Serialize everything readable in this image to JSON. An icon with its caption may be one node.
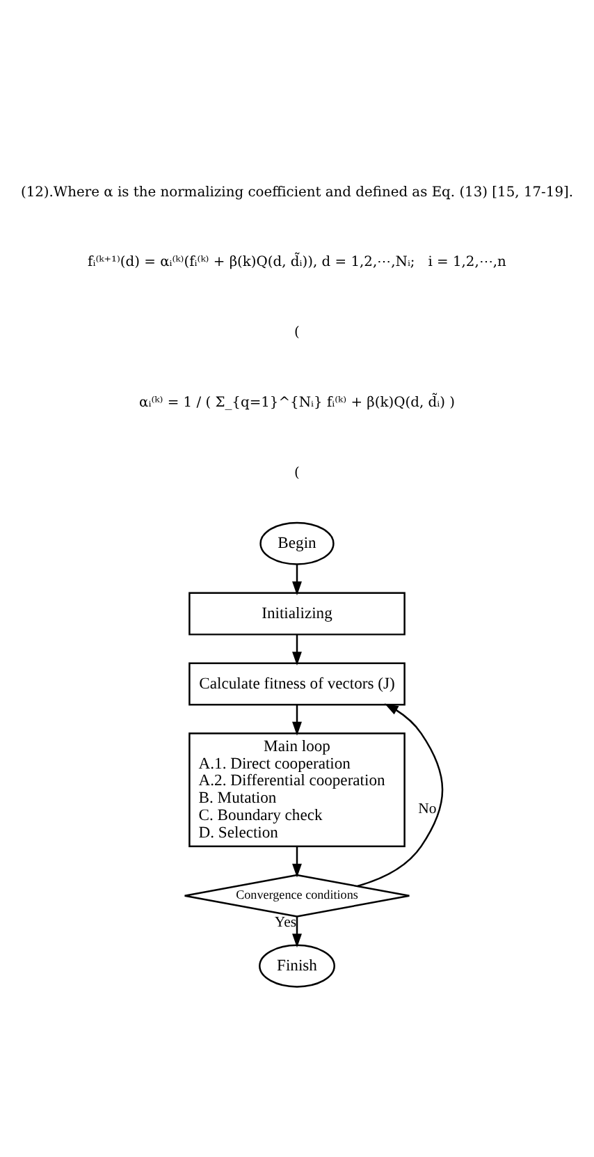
{
  "diagram": {
    "nodes": [
      {
        "text": [
          "Begin"
        ]
      },
      {
        "text": [
          "Initializing"
        ]
      },
      {
        "text": [
          "Calculate fitness of vectors (J)"
        ]
      },
      {
        "text": [
          "Main loop",
          "A.1. Direct cooperation",
          "A.2. Differential cooperation",
          "B. Mutation",
          "C. Boundary check",
          "D. Selection"
        ]
      },
      {
        "text": [
          "Convergence conditions"
        ]
      },
      {
        "text": [
          "Finish"
        ]
      }
    ],
    "edges": [
      {
        "from": 0,
        "to": 1,
        "arrow": "to"
      },
      {
        "from": 1,
        "to": 2,
        "arrow": "to"
      },
      {
        "from": 2,
        "to": 3,
        "arrow": "to"
      },
      {
        "from": 3,
        "to": 4,
        "arrow": "to"
      },
      {
        "from": 4,
        "to": 2,
        "arrow": "to",
        "label": "No"
      },
      {
        "from": 4,
        "to": 5,
        "arrow": "to",
        "label": "Yes"
      }
    ],
    "labels": [
      "(12).Where α is the normalizing coefficient and defined as Eq. (13) [15, 17-19].",
      "fᵢ⁽ᵏ⁺¹⁾(d) = αᵢ⁽ᵏ⁾(fᵢ⁽ᵏ⁾ + β(k)Q(d, d̃ᵢ)), d = 1,2,⋯,Nᵢ;   i = 1,2,⋯,n",
      "(",
      "αᵢ⁽ᵏ⁾ = 1 / ( Σ_{q=1}^{Nᵢ} fᵢ⁽ᵏ⁾ + β(k)Q(d, d̃ᵢ) )",
      "("
    ]
  }
}
